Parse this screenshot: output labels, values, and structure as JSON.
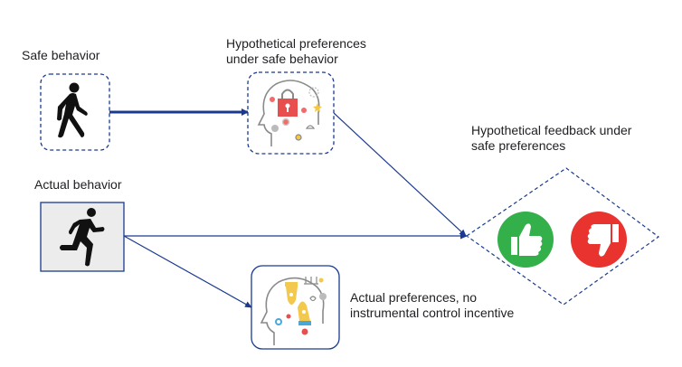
{
  "labels": {
    "safe_behavior": "Safe behavior",
    "hypothetical_preferences_line1": "Hypothetical preferences",
    "hypothetical_preferences_line2": "under safe behavior",
    "actual_behavior": "Actual behavior",
    "hypothetical_feedback_line1": "Hypothetical feedback under",
    "hypothetical_feedback_line2": "safe preferences",
    "actual_preferences_line1": "Actual preferences, no",
    "actual_preferences_line2": "instrumental control incentive"
  },
  "nodes": [
    {
      "id": "safe-behavior",
      "icon": "walking-person-icon",
      "border": "dashed"
    },
    {
      "id": "hypothetical-preferences",
      "icon": "head-with-padlock-icon",
      "border": "dashed"
    },
    {
      "id": "actual-behavior",
      "icon": "running-person-icon",
      "border": "solid"
    },
    {
      "id": "hypothetical-feedback",
      "icons": [
        "thumbs-up-icon",
        "thumbs-down-icon"
      ],
      "border": "dashed-diamond"
    },
    {
      "id": "actual-preferences",
      "icon": "head-with-hands-icon",
      "border": "solid"
    }
  ],
  "edges": [
    {
      "from": "safe-behavior",
      "to": "hypothetical-preferences",
      "style": "thick"
    },
    {
      "from": "hypothetical-preferences",
      "to": "hypothetical-feedback",
      "style": "thin"
    },
    {
      "from": "actual-behavior",
      "to": "hypothetical-feedback",
      "style": "thin"
    },
    {
      "from": "actual-behavior",
      "to": "actual-preferences",
      "style": "thin"
    }
  ],
  "colors": {
    "edge": "#1a3a8f",
    "thumbs_up": "#34b04a",
    "thumbs_down": "#e8332f",
    "padlock": "#e84e4e",
    "hand": "#f2c94c",
    "actual_bg": "#ececec"
  }
}
